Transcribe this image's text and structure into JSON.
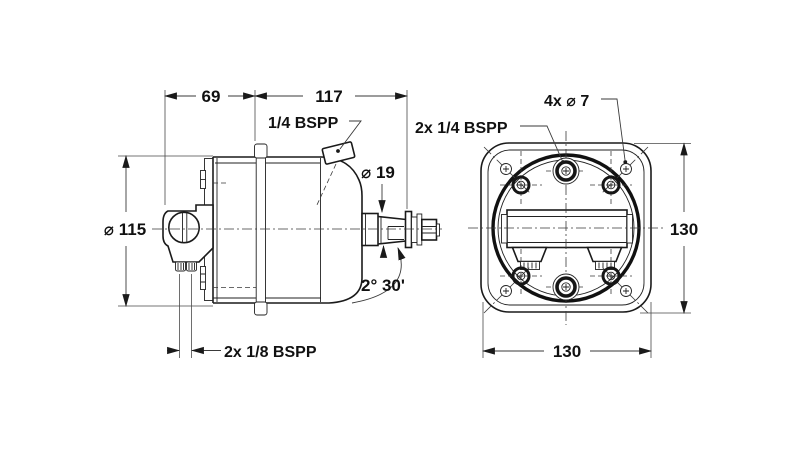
{
  "drawing": {
    "type": "technical-drawing",
    "subject": "hydraulic helm pump, side view and front flange view",
    "colors": {
      "line": "#1a1a1a",
      "background": "#ffffff"
    },
    "labels": {
      "width_left": "69",
      "width_right": "117",
      "fill_port": "1/4 BSPP",
      "shaft_diameter": "⌀ 19",
      "front_ports": "2x 1/4 BSPP",
      "mount_holes": "4x ⌀ 7",
      "body_diameter": "⌀ 115",
      "taper_angle": "2° 30'",
      "bottom_ports": "2x 1/8 BSPP",
      "flange_height": "130",
      "flange_width": "130"
    }
  }
}
